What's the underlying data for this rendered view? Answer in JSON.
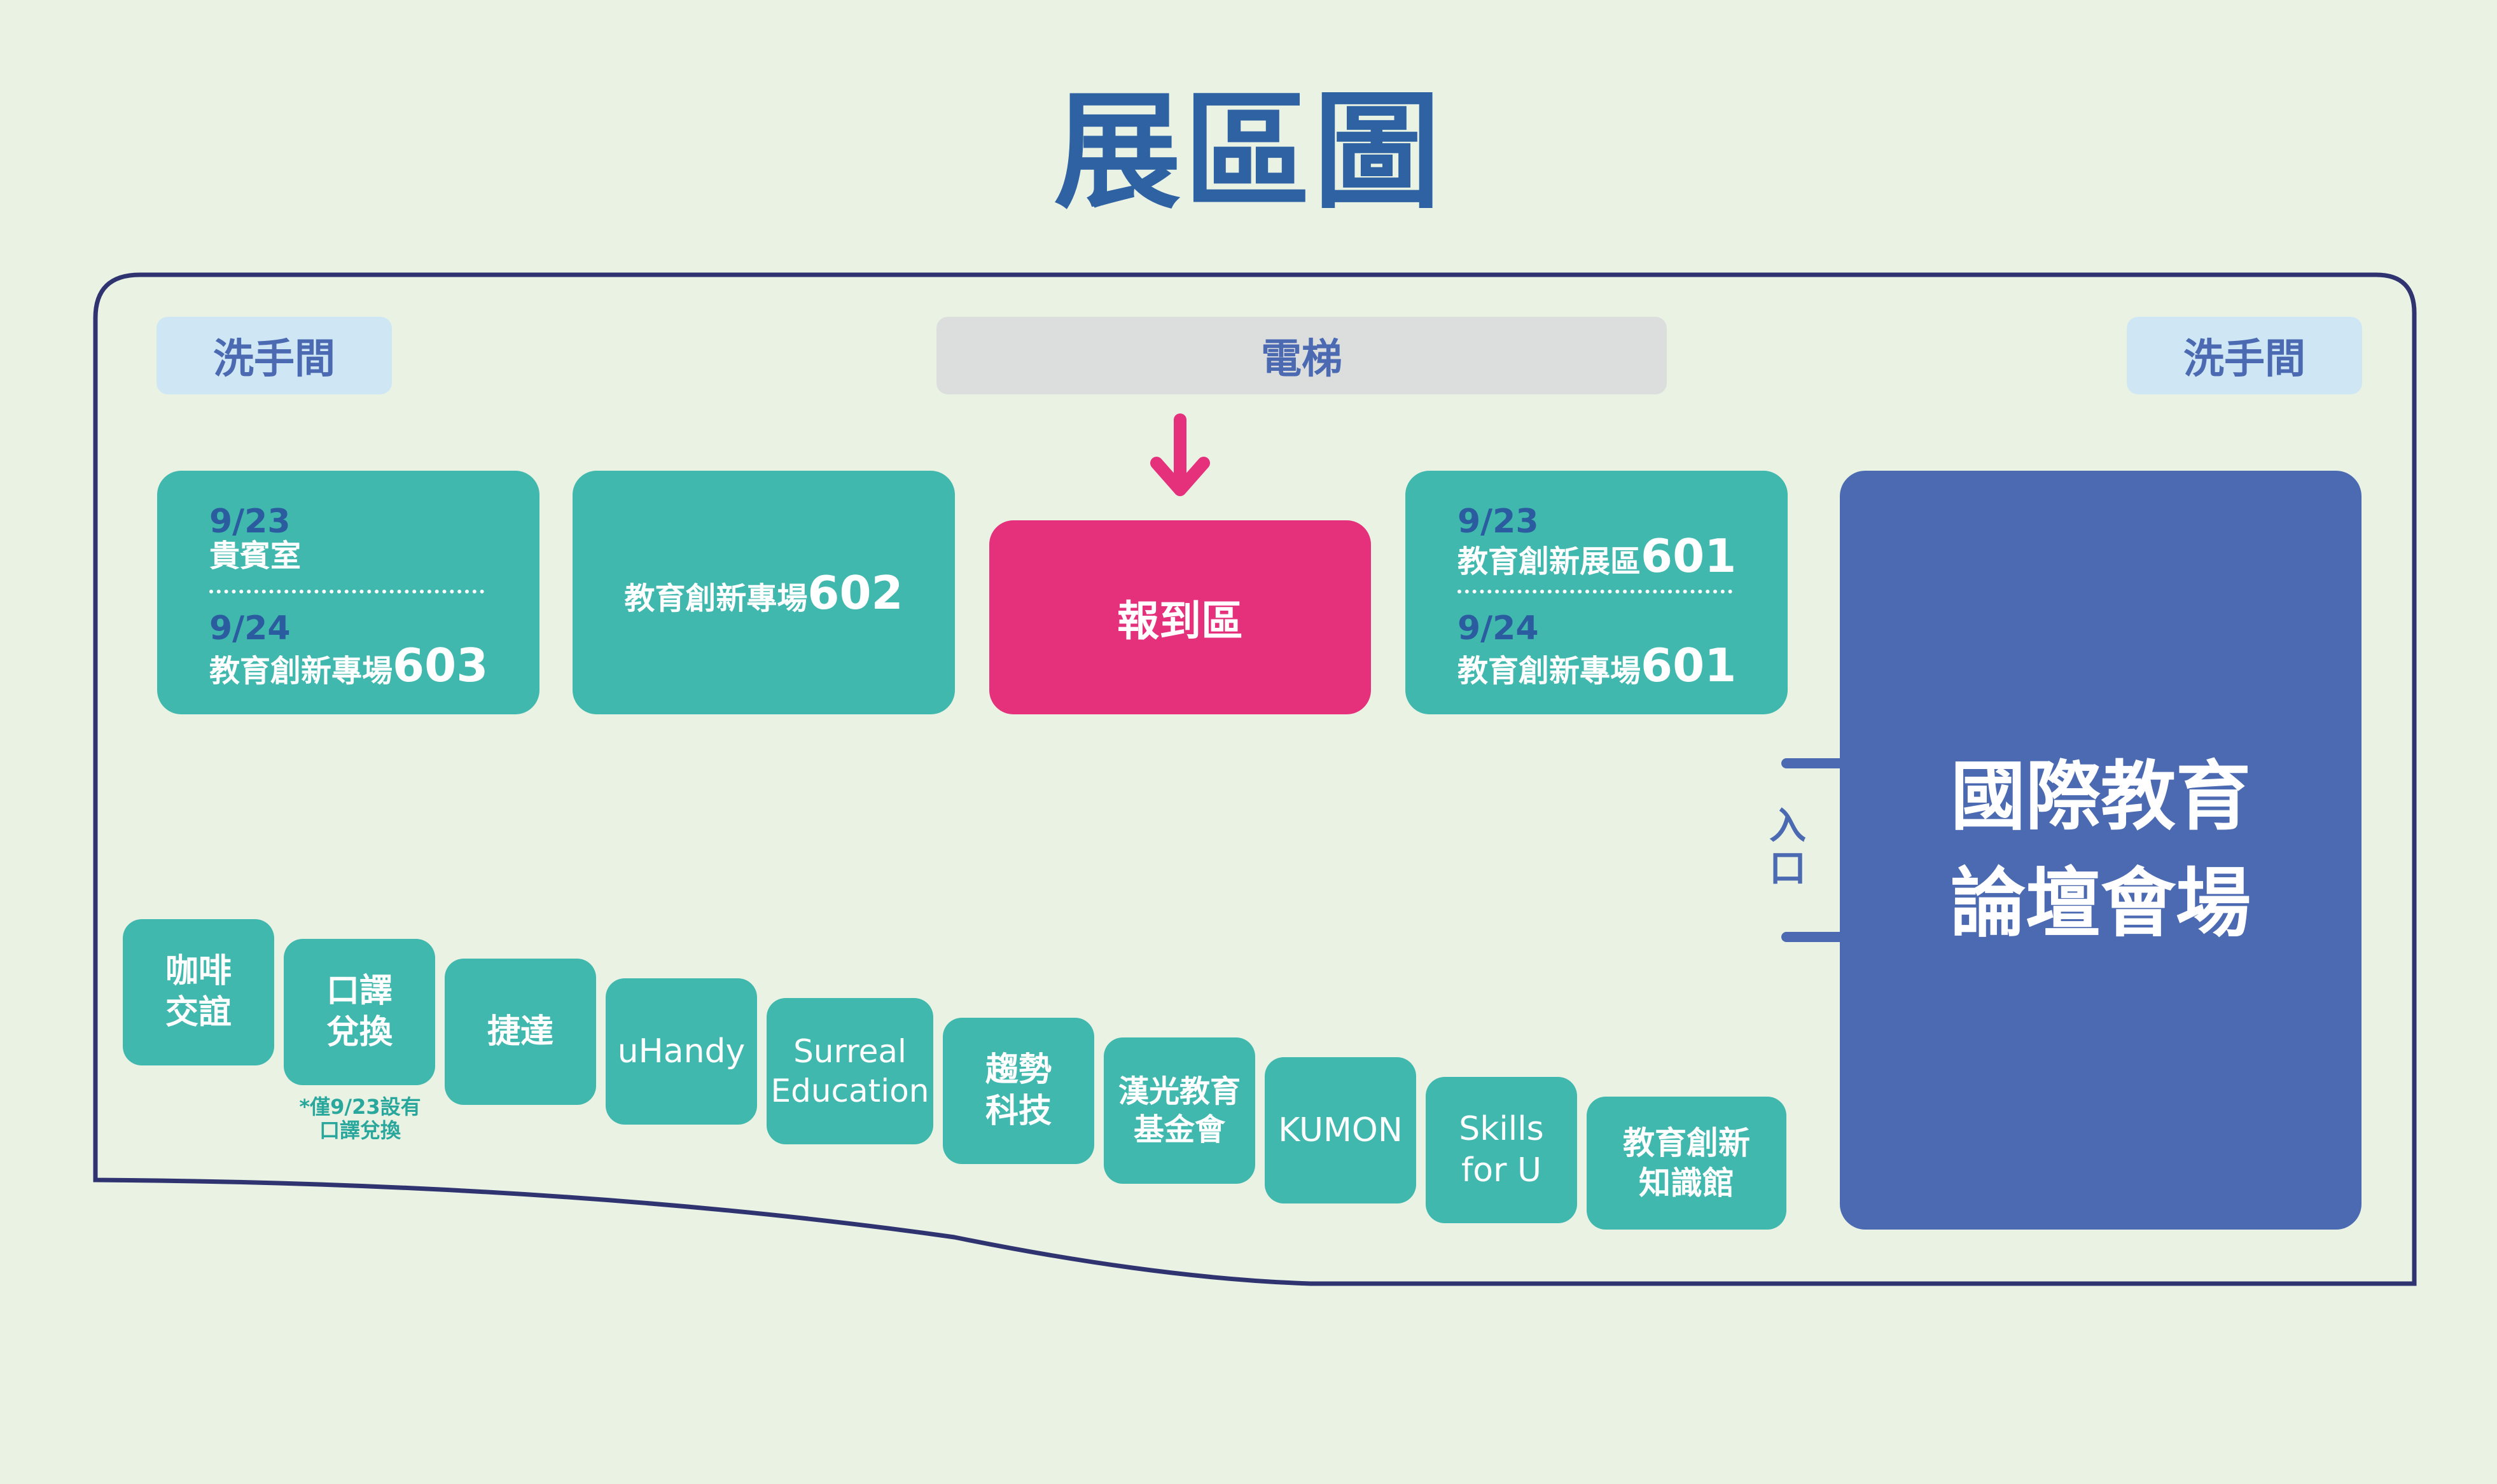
{
  "title": "展區圖",
  "restroom_left": "洗手間",
  "restroom_right": "洗手間",
  "elevator": "電梯",
  "rooms": {
    "room603": {
      "date1": "9/23",
      "label1": "貴賓室",
      "date2": "9/24",
      "label2_text": "教育創新專場",
      "label2_num": "603"
    },
    "room602": {
      "label_text": "教育創新專場",
      "label_num": "602"
    },
    "checkin": "報到區",
    "room601": {
      "date1": "9/23",
      "label1_text": "教育創新展區",
      "label1_num": "601",
      "date2": "9/24",
      "label2_text": "教育創新專場",
      "label2_num": "601"
    },
    "forum_line1": "國際教育",
    "forum_line2": "論壇會場"
  },
  "entrance": [
    "入",
    "口"
  ],
  "booths": [
    {
      "line1": "咖啡",
      "line2": "交誼"
    },
    {
      "line1": "口譯",
      "line2": "兌換"
    },
    {
      "line1": "捷達",
      "line2": ""
    },
    {
      "line1": "uHandy",
      "line2": ""
    },
    {
      "line1": "Surreal",
      "line2": "Education"
    },
    {
      "line1": "趨勢",
      "line2": "科技"
    },
    {
      "line1": "漢光教育",
      "line2": "基金會"
    },
    {
      "line1": "KUMON",
      "line2": ""
    },
    {
      "line1": "Skills",
      "line2": "for U"
    },
    {
      "line1": "教育創新",
      "line2": "知識館"
    }
  ],
  "interpretation_note": {
    "line1": "*僅9/23設有",
    "line2": "口譯兌換"
  },
  "colors": {
    "background": "#e9f2e3",
    "title": "#2e62a3",
    "teal": "#40b8ae",
    "pink": "#e5307c",
    "forum_blue": "#4b6ab2",
    "outline": "#2f3470",
    "restroom": "#cfe7f5",
    "elevator": "#dcdede"
  },
  "icons": [
    "down-arrow-icon"
  ]
}
